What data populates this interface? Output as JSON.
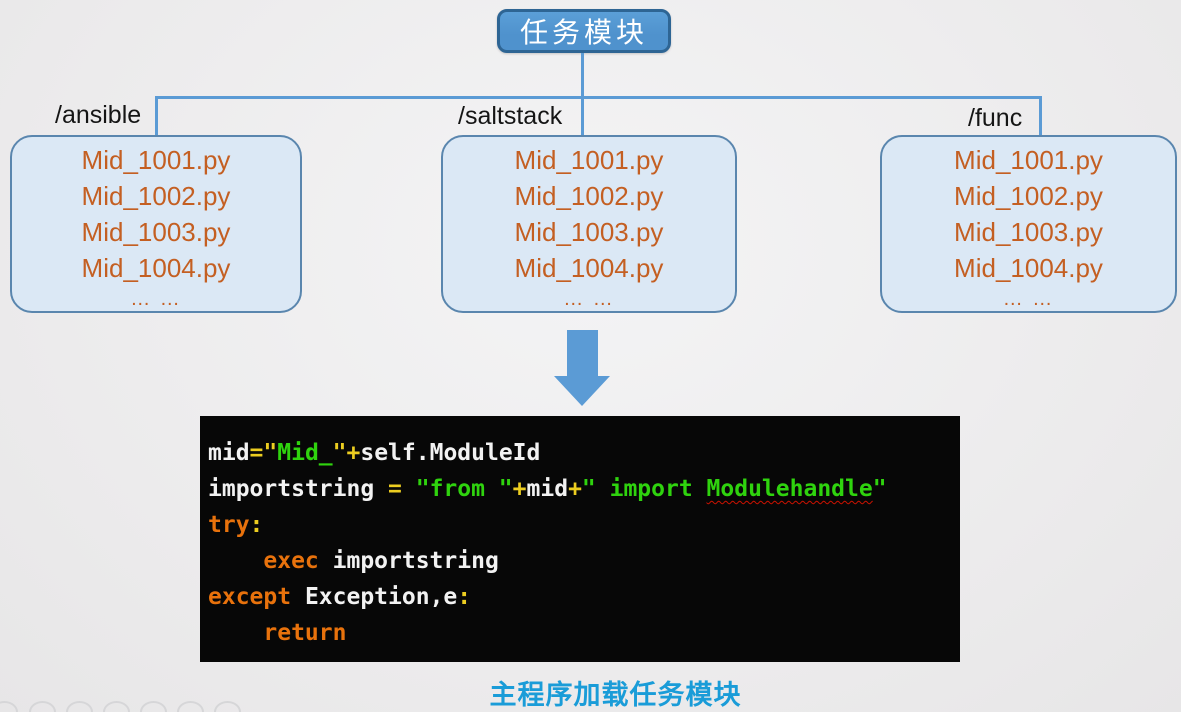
{
  "slide": {
    "root_box": {
      "label": "任务模块"
    },
    "folders": [
      {
        "label": "/ansible",
        "files": [
          "Mid_1001.py",
          "Mid_1002.py",
          "Mid_1003.py",
          "Mid_1004.py"
        ],
        "more": "… …"
      },
      {
        "label": "/saltstack",
        "files": [
          "Mid_1001.py",
          "Mid_1002.py",
          "Mid_1003.py",
          "Mid_1004.py"
        ],
        "more": "… …"
      },
      {
        "label": "/func",
        "files": [
          "Mid_1001.py",
          "Mid_1002.py",
          "Mid_1003.py",
          "Mid_1004.py"
        ],
        "more": "… …"
      }
    ],
    "caption": "主程序加载任务模块"
  },
  "code": {
    "lines": [
      [
        {
          "t": "mid",
          "c": "white"
        },
        {
          "t": "=\"",
          "c": "yellow"
        },
        {
          "t": "Mid_",
          "c": "green"
        },
        {
          "t": "\"",
          "c": "yellow"
        },
        {
          "t": "+",
          "c": "yellow"
        },
        {
          "t": "self.ModuleId",
          "c": "white"
        }
      ],
      [
        {
          "t": "importstring ",
          "c": "white"
        },
        {
          "t": "= ",
          "c": "yellow"
        },
        {
          "t": "\"from \"",
          "c": "green"
        },
        {
          "t": "+",
          "c": "yellow"
        },
        {
          "t": "mid",
          "c": "white"
        },
        {
          "t": "+",
          "c": "yellow"
        },
        {
          "t": "\" import ",
          "c": "green"
        },
        {
          "t": "Modulehandle",
          "c": "green",
          "u": true
        },
        {
          "t": "\"",
          "c": "green"
        }
      ],
      [
        {
          "t": "try",
          "c": "orange"
        },
        {
          "t": ":",
          "c": "yellow"
        }
      ],
      [
        {
          "t": "    ",
          "c": "white"
        },
        {
          "t": "exec",
          "c": "orange"
        },
        {
          "t": " importstring",
          "c": "white"
        }
      ],
      [
        {
          "t": "except",
          "c": "orange"
        },
        {
          "t": " Exception,e",
          "c": "white"
        },
        {
          "t": ":",
          "c": "yellow"
        }
      ],
      [
        {
          "t": "    ",
          "c": "white"
        },
        {
          "t": "return",
          "c": "orange"
        }
      ]
    ]
  },
  "colors": {
    "top_box_fill": "#4f92cd",
    "top_box_fill_light": "#5b9fd8",
    "top_box_border": "#2e6594",
    "child_box_fill": "#dbe8f5",
    "child_box_border": "#5a86ae",
    "connector": "#5b9bd5",
    "arrow": "#5b9bd5",
    "file_text": "#c45f22",
    "code_bg": "#070707",
    "code_white": "#f2f2f2",
    "code_yellow": "#eccd20",
    "code_green": "#2fd30e",
    "code_orange": "#e8720c",
    "caption": "#1a9cd8"
  }
}
